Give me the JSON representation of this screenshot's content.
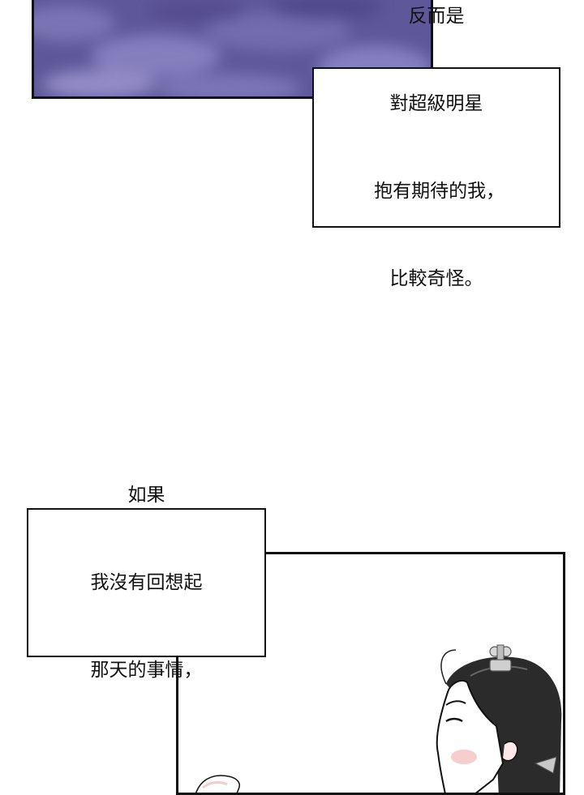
{
  "panels": {
    "sky": {
      "description_icon": "night-cloud-sky",
      "base_color": "#6b63a3"
    },
    "scene": {
      "description_icon": "woman-profile-hair-clip"
    }
  },
  "captions": {
    "top": {
      "lines": [
        "反而是",
        "對超級明星",
        " 抱有期待的我，",
        "比較奇怪。"
      ]
    },
    "bottom": {
      "lines": [
        "如果",
        "我沒有回想起",
        "那天的事情，"
      ]
    }
  },
  "colors": {
    "ink": "#111111",
    "paper": "#ffffff",
    "skin_blush": "#f6c9c9",
    "hair": "#2b2b2b"
  }
}
